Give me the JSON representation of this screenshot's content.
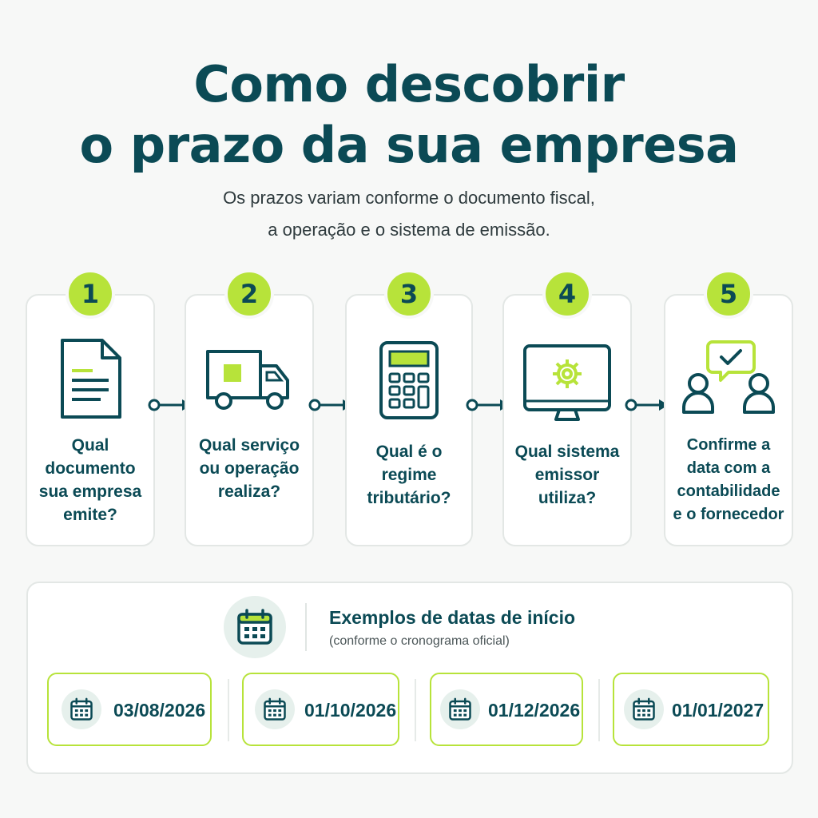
{
  "title": {
    "line1": "Como descobrir",
    "line2": "o prazo da sua empresa"
  },
  "subtitle": {
    "line1": "Os prazos variam conforme o documento fiscal,",
    "line2": "a operação e o sistema de emissão."
  },
  "colors": {
    "primary": "#0b4a55",
    "accent": "#b7e33a",
    "background": "#f7f8f7"
  },
  "steps": [
    {
      "number": "1",
      "icon": "document-icon",
      "lines": [
        "Qual",
        "documento",
        "sua empresa",
        "emite?"
      ]
    },
    {
      "number": "2",
      "icon": "truck-icon",
      "lines": [
        "Qual serviço",
        "ou operação",
        "realiza?"
      ]
    },
    {
      "number": "3",
      "icon": "calculator-icon",
      "lines": [
        "Qual é o",
        "regime",
        "tributário?"
      ]
    },
    {
      "number": "4",
      "icon": "monitor-gear-icon",
      "lines": [
        "Qual sistema",
        "emissor",
        "utiliza?"
      ]
    },
    {
      "number": "5",
      "icon": "people-chat-icon",
      "lines": [
        "Confirme a",
        "data com a",
        "contabilidade",
        "e o fornecedor"
      ]
    }
  ],
  "examples": {
    "icon": "calendar-icon",
    "title": "Exemplos de datas de início",
    "subtitle": "(conforme o cronograma oficial)",
    "dates": [
      "03/08/2026",
      "01/10/2026",
      "01/12/2026",
      "01/01/2027"
    ]
  }
}
